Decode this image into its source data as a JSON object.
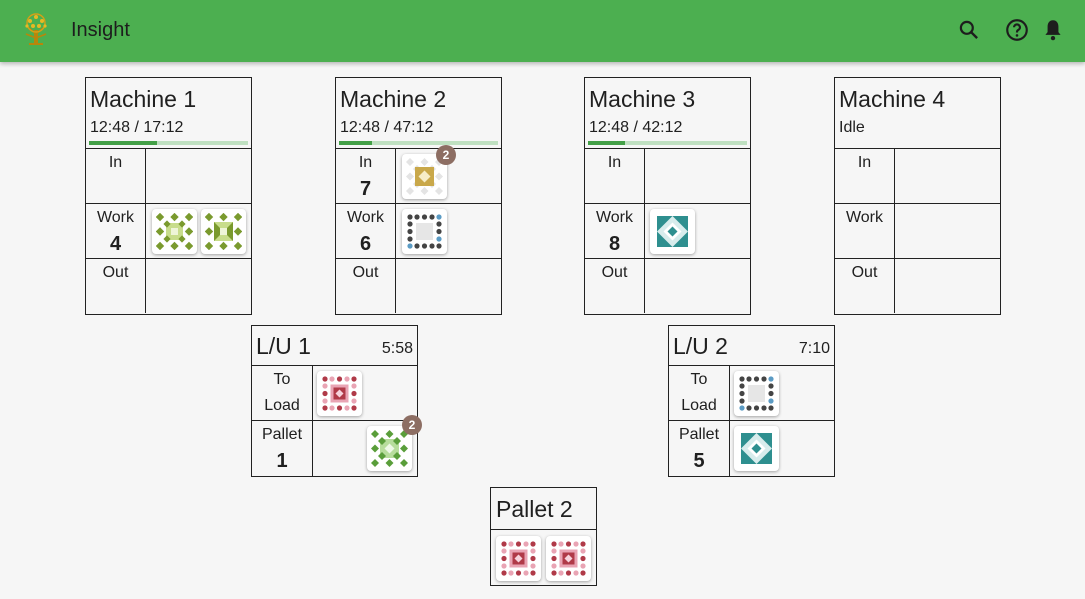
{
  "app": {
    "title": "Insight",
    "brand_color": "#4caf50"
  },
  "appbar_icons": [
    "tree-logo-icon",
    "search-icon",
    "help-icon",
    "notifications-icon"
  ],
  "machines": [
    {
      "name": "Machine 1",
      "status": "12:48 / 17:12",
      "progress": 0.43,
      "rows": [
        {
          "label": "In",
          "count": ""
        },
        {
          "label": "Work",
          "count": "4"
        },
        {
          "label": "Out",
          "count": ""
        }
      ]
    },
    {
      "name": "Machine 2",
      "status": "12:48 / 47:12",
      "progress": 0.21,
      "rows": [
        {
          "label": "In",
          "count": "7"
        },
        {
          "label": "Work",
          "count": "6"
        },
        {
          "label": "Out",
          "count": ""
        }
      ]
    },
    {
      "name": "Machine 3",
      "status": "12:48 / 42:12",
      "progress": 0.23,
      "rows": [
        {
          "label": "In",
          "count": ""
        },
        {
          "label": "Work",
          "count": "8"
        },
        {
          "label": "Out",
          "count": ""
        }
      ]
    },
    {
      "name": "Machine 4",
      "status": "Idle",
      "progress": null,
      "rows": [
        {
          "label": "In",
          "count": ""
        },
        {
          "label": "Work",
          "count": ""
        },
        {
          "label": "Out",
          "count": ""
        }
      ]
    }
  ],
  "load_stations": [
    {
      "name": "L/U 1",
      "time": "5:58",
      "rows": [
        {
          "label_line1": "To",
          "label_line2": "Load"
        },
        {
          "label": "Pallet",
          "count": "1"
        }
      ]
    },
    {
      "name": "L/U 2",
      "time": "7:10",
      "rows": [
        {
          "label_line1": "To",
          "label_line2": "Load"
        },
        {
          "label": "Pallet",
          "count": "5"
        }
      ]
    }
  ],
  "pallet_2": {
    "name": "Pallet 2"
  },
  "badges": {
    "machine2_in": "2",
    "lu1_pallet": "2"
  },
  "part_colors": {
    "olive": "#7a9a2e",
    "lime": "#c8dd8c",
    "gold": "#c9a84a",
    "dark": "#444444",
    "blue": "#5b9bc4",
    "teal": "#2e8f8f",
    "crimson": "#b03a48",
    "pink": "#e9a4b4",
    "green": "#5a9e3a"
  }
}
